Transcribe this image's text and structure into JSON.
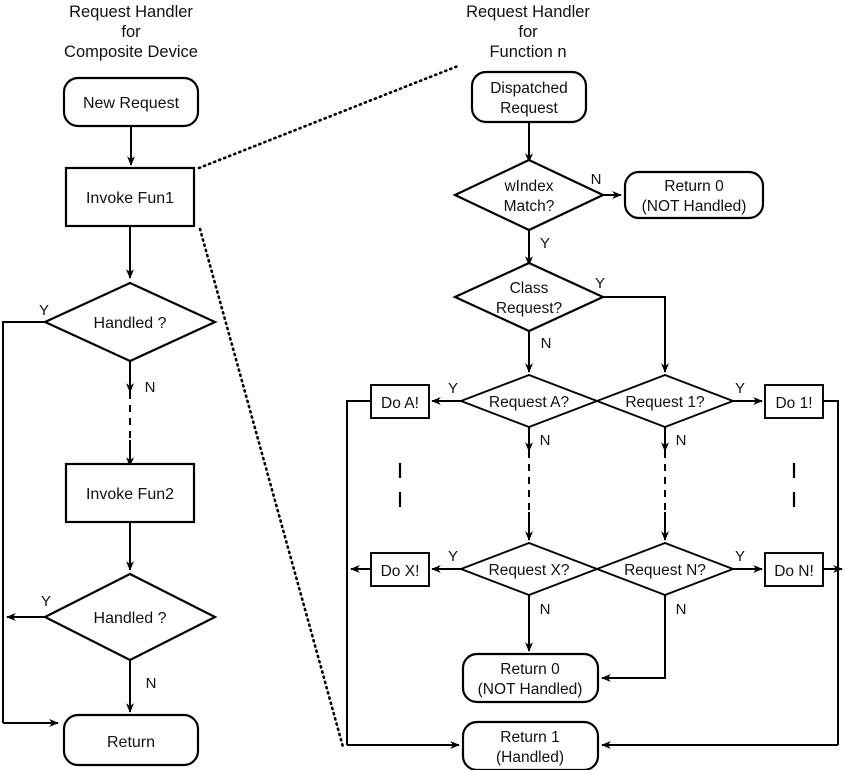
{
  "diagram": {
    "title_left": [
      "Request Handler",
      "for",
      "Composite Device"
    ],
    "title_right": [
      "Request Handler",
      "for",
      "Function n"
    ],
    "left_flow": {
      "new_request": "New Request",
      "invoke_fun1": "Invoke Fun1",
      "handled_1": "Handled ?",
      "invoke_fun2": "Invoke Fun2",
      "handled_2": "Handled ?",
      "return": "Return",
      "labels": {
        "handled1_yes": "Y",
        "handled1_no": "N",
        "handled2_yes": "Y",
        "handled2_no": "N"
      }
    },
    "right_flow": {
      "dispatched_request": [
        "Dispatched",
        "Request"
      ],
      "windex_match": [
        "wIndex",
        "Match?"
      ],
      "return0_top": [
        "Return 0",
        "(NOT Handled)"
      ],
      "class_request": [
        "Class",
        "Request?"
      ],
      "request_a": "Request A?",
      "request_1": "Request 1?",
      "request_x": "Request X?",
      "request_n": "Request N?",
      "do_a": "Do A!",
      "do_1": "Do 1!",
      "do_x": "Do X!",
      "do_n": "Do N!",
      "return0_bottom": [
        "Return 0",
        "(NOT Handled)"
      ],
      "return1_bottom": [
        "Return 1",
        "(Handled)"
      ],
      "labels": {
        "windex_no": "N",
        "windex_yes": "Y",
        "class_yes": "Y",
        "class_no": "N",
        "request_a_yes": "Y",
        "request_a_no": "N",
        "request_1_yes": "Y",
        "request_1_no": "N",
        "request_x_yes": "Y",
        "request_x_no": "N",
        "request_n_yes": "Y",
        "request_n_no": "N"
      }
    },
    "colors": {
      "stroke": "#000000",
      "fill": "#ffffff",
      "text": "#111111"
    }
  }
}
